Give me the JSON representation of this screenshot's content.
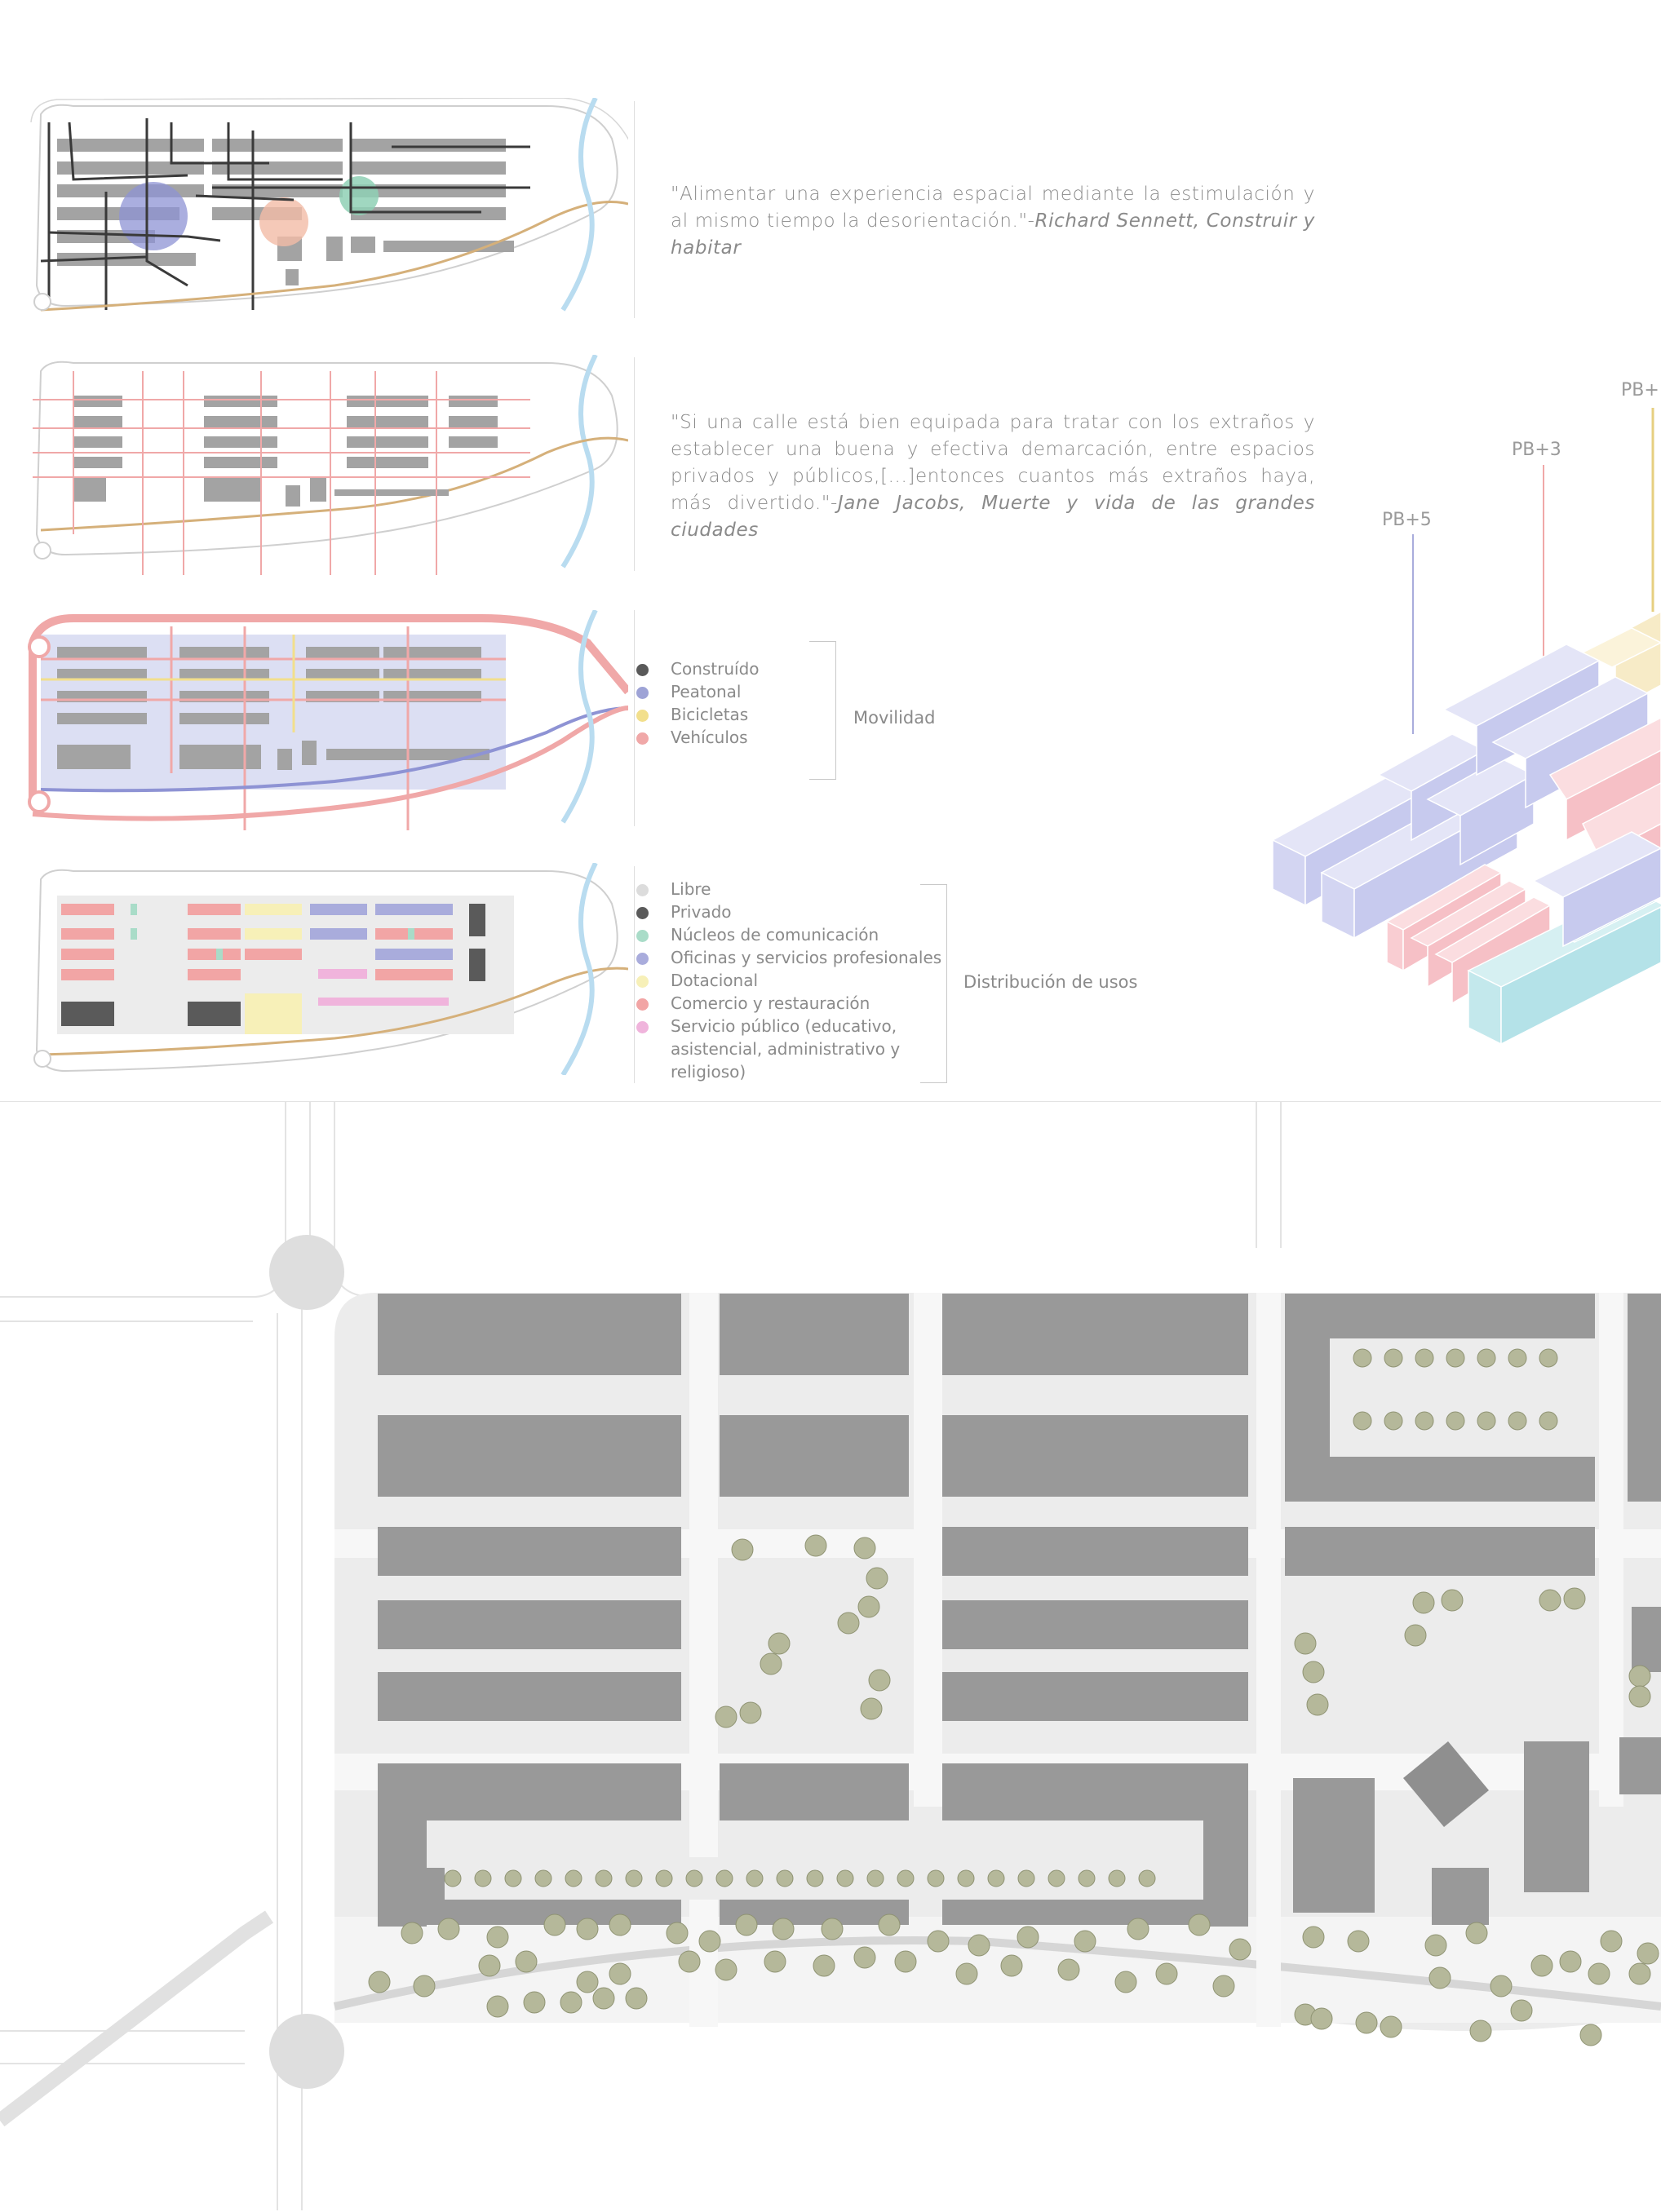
{
  "diagrams": [
    {
      "quote_text": "\"Alimentar una experiencia espacial mediante la estimulación y al mismo tiempo la desorientación.\"-",
      "quote_author": "Richard Sennett, Construir y habitar"
    },
    {
      "quote_text": "\"Si una calle está bien equipada para tratar con los extraños y establecer una buena y efectiva demarcación, entre espacios privados y públicos,[...]entonces cuantos más extraños haya, más divertido.\"-",
      "quote_author": "Jane Jacobs, Muerte y vida de las grandes ciudades"
    }
  ],
  "legend_movilidad": {
    "title": "Movilidad",
    "items": [
      {
        "label": "Construído",
        "color": "#5a5a5a"
      },
      {
        "label": "Peatonal",
        "color": "#9ea3d6"
      },
      {
        "label": "Bicicletas",
        "color": "#f2df8c"
      },
      {
        "label": "Vehículos",
        "color": "#f0a8a8"
      }
    ]
  },
  "legend_usos": {
    "title": "Distribución de usos",
    "items": [
      {
        "label": "Libre",
        "color": "#dcdcdc"
      },
      {
        "label": "Privado",
        "color": "#5a5a5a"
      },
      {
        "label": "Núcleos de comunicación",
        "color": "#a9dcc8"
      },
      {
        "label": "Oficinas y servicios profesionales",
        "color": "#a9acdc"
      },
      {
        "label": "Dotacional",
        "color": "#f7f0b8"
      },
      {
        "label": "Comercio y restauración",
        "color": "#f2a5a5"
      },
      {
        "label": "Servicio público (educativo, asistencial, administrativo y religioso)",
        "color": "#f0b4dc"
      }
    ]
  },
  "heights": {
    "pb5": "PB+5",
    "pb3": "PB+3",
    "pb_partial": "PB+"
  },
  "colors": {
    "building": "#999999",
    "pedestrian": "#c8cbef",
    "vehicles": "#f6c6c6",
    "bike": "#f4e7b2",
    "river": "#b9dcf0",
    "path": "#d5b07a",
    "tree": "#b5b89a"
  }
}
